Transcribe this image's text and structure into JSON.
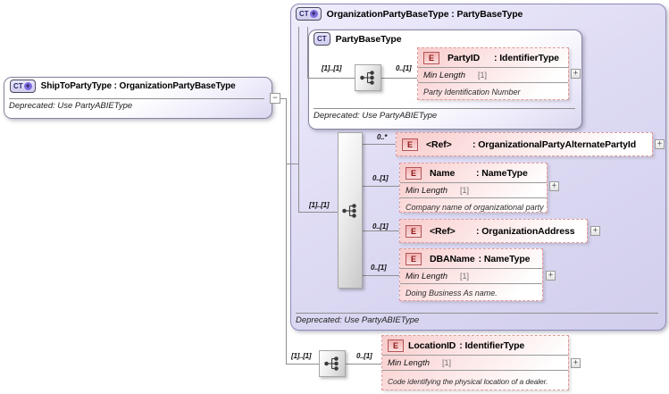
{
  "icons": {
    "ct": "CT",
    "e": "E",
    "plus": "+",
    "minus": "−"
  },
  "ship_to_party": {
    "title": "ShipToPartyType : OrganizationPartyBaseType",
    "deprecated": "Deprecated: Use PartyABIEType"
  },
  "org_party": {
    "title": "OrganizationPartyBaseType : PartyBaseType",
    "deprecated": "Deprecated: Use PartyABIEType",
    "base": {
      "title": "PartyBaseType",
      "deprecated": "Deprecated: Use PartyABIEType",
      "group_cardinality": "[1]..[1]",
      "party_id": {
        "cardinality": "0..[1]",
        "name": "PartyID",
        "type": ": IdentifierType",
        "facet_label": "Min Length",
        "facet_value": "[1]",
        "description": "Party Identification Number"
      }
    },
    "extension": {
      "group_cardinality": "[1]..[1]",
      "elements": [
        {
          "cardinality": "0..*",
          "name": "<Ref>",
          "type": ": OrganizationalPartyAlternatePartyId"
        },
        {
          "cardinality": "0..[1]",
          "name": "Name",
          "type": ": NameType",
          "facet_label": "Min Length",
          "facet_value": "[1]",
          "description": "Company name of organizational party"
        },
        {
          "cardinality": "0..[1]",
          "name": "<Ref>",
          "type": ": OrganizationAddress"
        },
        {
          "cardinality": "0..[1]",
          "name": "DBAName",
          "type": ": NameType",
          "facet_label": "Min Length",
          "facet_value": "[1]",
          "description": "Doing Business As name."
        }
      ]
    }
  },
  "location": {
    "group_cardinality": "[1]..[1]",
    "element": {
      "cardinality": "0..[1]",
      "name": "LocationID",
      "type": ": IdentifierType",
      "facet_label": "Min Length",
      "facet_value": "[1]",
      "description": "Code identifying the physical location of a dealer."
    }
  }
}
